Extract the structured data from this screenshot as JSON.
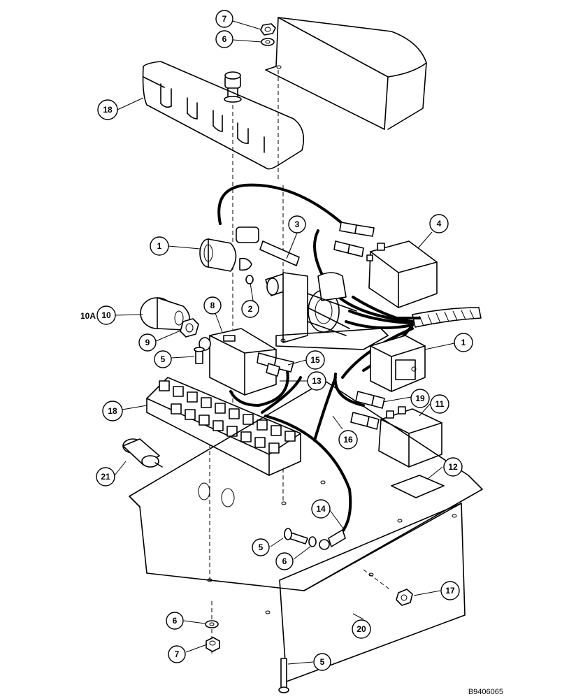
{
  "drawing_number": "B9406065",
  "callouts": [
    {
      "label": "7"
    },
    {
      "label": "6"
    },
    {
      "label": "18"
    },
    {
      "label": "3"
    },
    {
      "label": "4"
    },
    {
      "label": "1"
    },
    {
      "label": "2"
    },
    {
      "label": "8"
    },
    {
      "label": "10A"
    },
    {
      "label": "10"
    },
    {
      "label": "9"
    },
    {
      "label": "5"
    },
    {
      "label": "1"
    },
    {
      "label": "15"
    },
    {
      "label": "13"
    },
    {
      "label": "18"
    },
    {
      "label": "19"
    },
    {
      "label": "11"
    },
    {
      "label": "16"
    },
    {
      "label": "12"
    },
    {
      "label": "21"
    },
    {
      "label": "14"
    },
    {
      "label": "5"
    },
    {
      "label": "6"
    },
    {
      "label": "17"
    },
    {
      "label": "20"
    },
    {
      "label": "6"
    },
    {
      "label": "7"
    },
    {
      "label": "5"
    }
  ]
}
